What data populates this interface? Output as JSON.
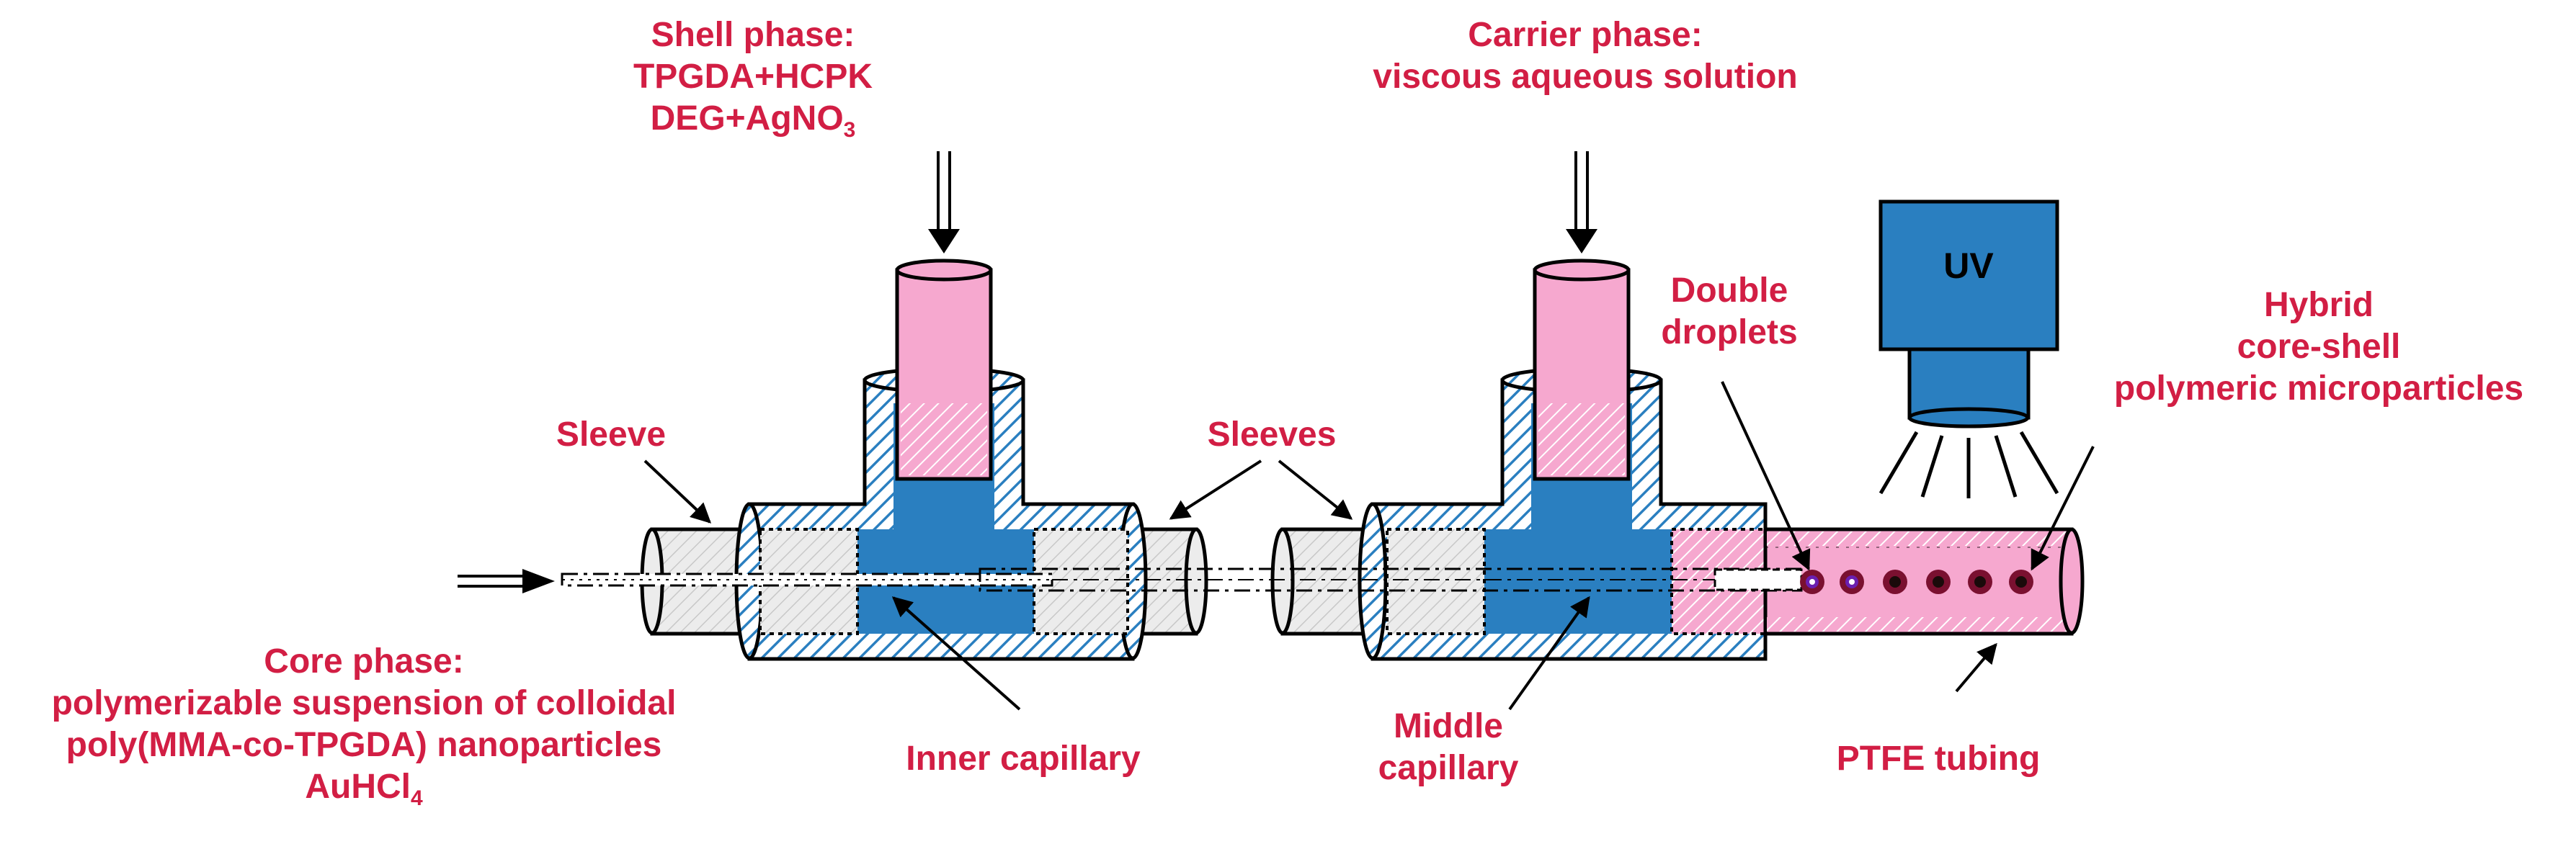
{
  "colors": {
    "label": "#d21e44",
    "blue": "#2a7fc0",
    "pink": "#f6a8cf",
    "gray": "#ececec",
    "droplet": "#7a1030",
    "droplet_core": "#6a1fb0"
  },
  "labels": {
    "shell_phase": {
      "title": "Shell phase:",
      "line2": "TPGDA+HCPK",
      "line3": "DEG+AgNO",
      "line3_sub": "3"
    },
    "carrier_phase": {
      "title": "Carrier phase:",
      "line2": "viscous aqueous solution"
    },
    "sleeve": "Sleeve",
    "sleeves": "Sleeves",
    "double_droplets": {
      "line1": "Double",
      "line2": "droplets"
    },
    "uv": "UV",
    "hybrid": {
      "line1": "Hybrid",
      "line2": "core-shell",
      "line3": "polymeric microparticles"
    },
    "core_phase": {
      "title": "Core phase:",
      "line2": "polymerizable suspension of colloidal",
      "line3": "poly(MMA-co-TPGDA) nanoparticles",
      "line4": "AuHCl",
      "line4_sub": "4"
    },
    "inner_capillary": "Inner capillary",
    "middle_capillary": {
      "line1": "Middle",
      "line2": "capillary"
    },
    "ptfe_tubing": "PTFE tubing"
  },
  "icons": [
    "double-arrow-down-icon",
    "double-arrow-right-icon",
    "uv-lamp-icon"
  ]
}
